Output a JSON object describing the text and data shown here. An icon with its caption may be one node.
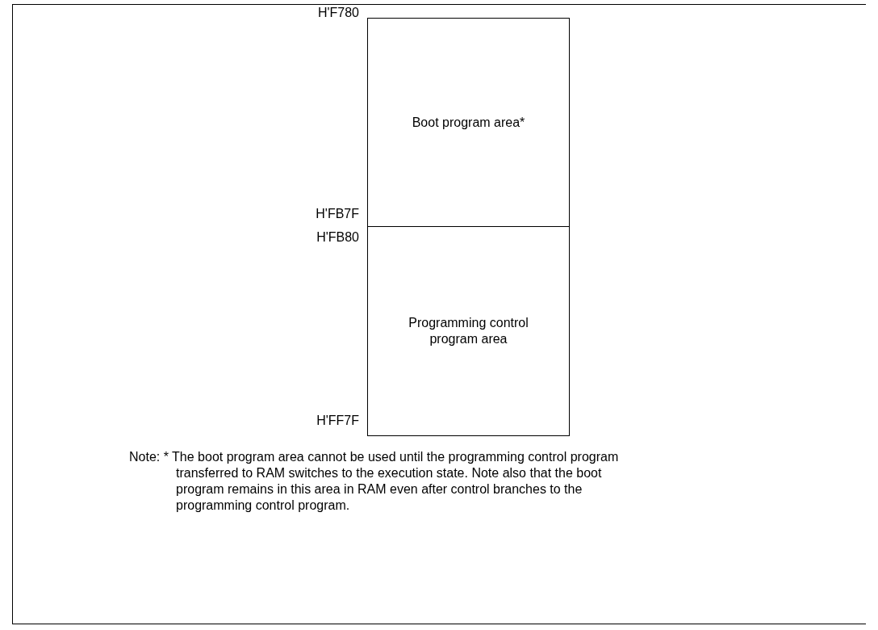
{
  "diagram": {
    "nodes": [
      {
        "text": [
          "Boot program area*"
        ]
      },
      {
        "text": [
          "Programming control program area"
        ]
      }
    ],
    "labels": [
      "H'F780",
      "H'FB7F",
      "H'FB80",
      "H'FF7F",
      "Note: * The boot program area cannot be used until the programming control program transferred to RAM switches to the execution state. Note also that the boot program remains in this area in RAM even after control branches to the programming control program."
    ]
  }
}
